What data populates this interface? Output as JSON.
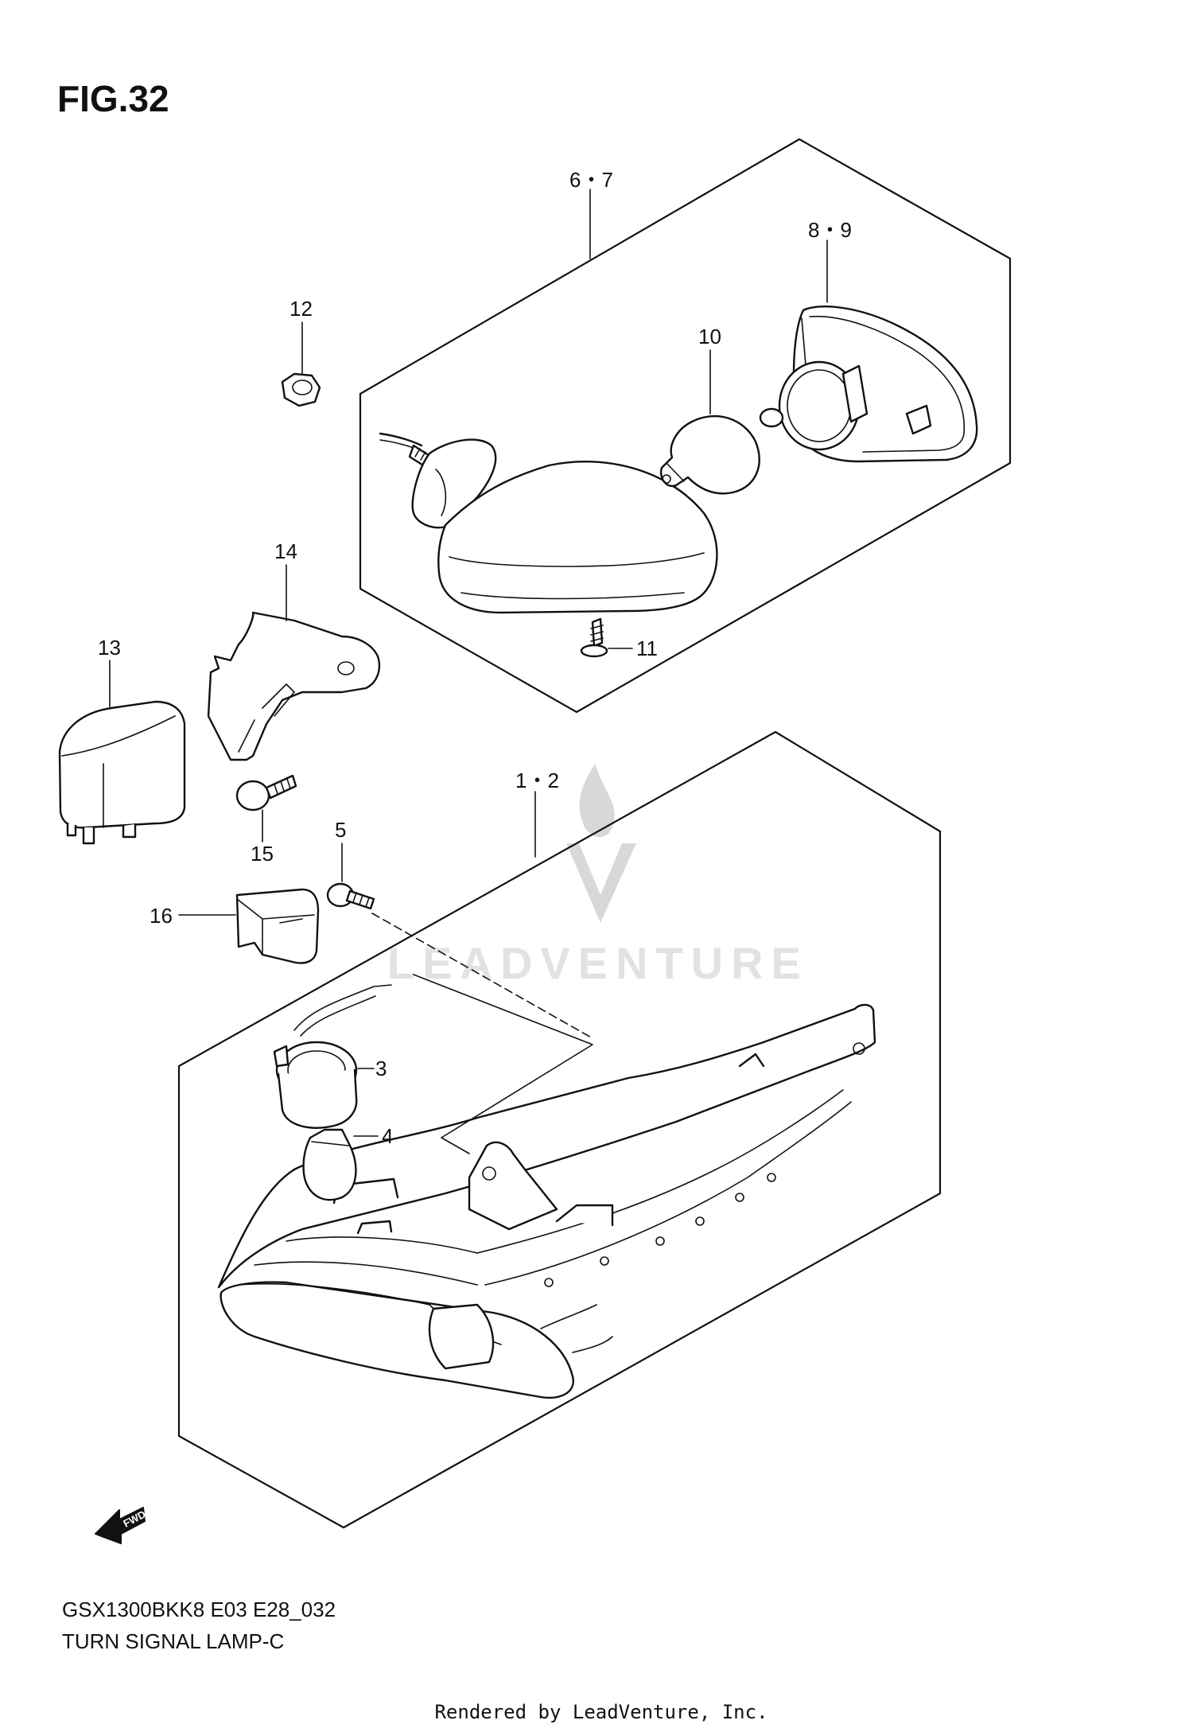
{
  "figure": {
    "title": "FIG.32",
    "code": "GSX1300BKK8 E03 E28_032",
    "name": "TURN SIGNAL LAMP-C",
    "rendered_by": "Rendered by LeadVenture, Inc.",
    "watermark": "LEADVENTURE",
    "direction_marker": "FWD"
  },
  "callouts": {
    "c6_7": "6・7",
    "c8_9": "8・9",
    "c10": "10",
    "c11": "11",
    "c12": "12",
    "c13": "13",
    "c14": "14",
    "c15": "15",
    "c16": "16",
    "c5": "5",
    "c1_2": "1・2",
    "c3": "3",
    "c4": "4"
  }
}
